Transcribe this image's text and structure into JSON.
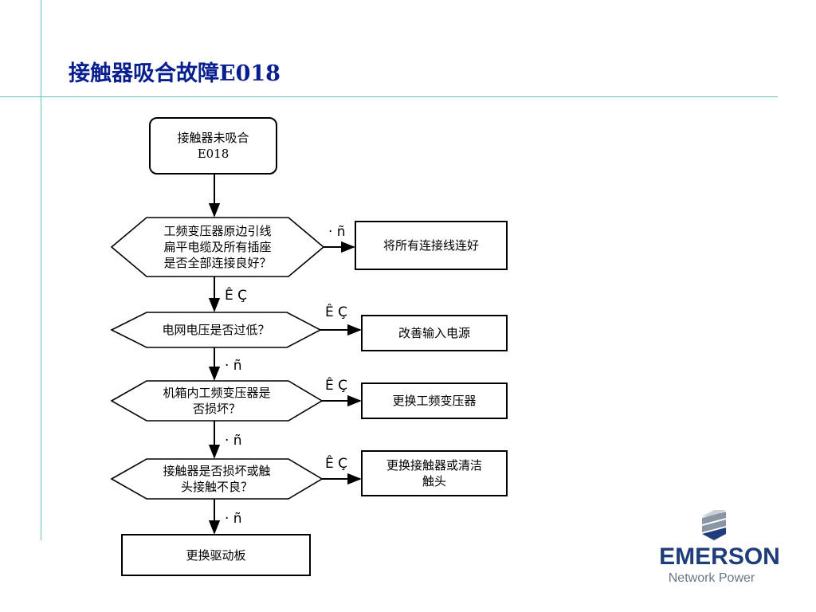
{
  "title": "接触器吸合故障E018",
  "flow": {
    "start": "接触器未吸合\nE018",
    "d1": "工频变压器原边引线\n扁平电缆及所有插座\n是否全部连接良好？",
    "a1": "将所有连接线连好",
    "d2": "电网电压是否过低？",
    "a2": "改善输入电源",
    "d3": "机箱内工频变压器是\n否损坏？",
    "a3": "更换工频变压器",
    "d4": "接触器是否损坏或触\n头接触不良？",
    "a4": "更换接触器或清洁\n触头",
    "end": "更换驱动板"
  },
  "labels": {
    "d1_no": "· ñ",
    "d1_yes": "Ê Ç",
    "d2_yes": "Ê Ç",
    "d2_no": "· ñ",
    "d3_yes": "Ê Ç",
    "d3_no": "· ñ",
    "d4_yes": "Ê Ç",
    "d4_no": "· ñ"
  },
  "logo": {
    "name": "EMERSON",
    "sub": "Network Power",
    "colors": {
      "dark": "#1f3d7a",
      "mid": "#8a96a3",
      "light": "#c9d0d8"
    }
  },
  "colors": {
    "title": "#0a1f8f",
    "rule": "#66c2c2"
  }
}
